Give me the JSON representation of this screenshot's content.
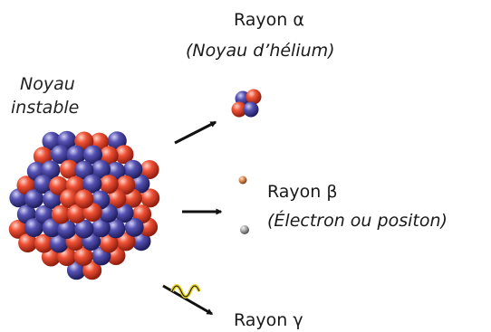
{
  "nucleus": {
    "line1": "Noyau",
    "line2": "instable",
    "colors": {
      "proton": "#e8472c",
      "neutron": "#4d4aa6"
    }
  },
  "alpha": {
    "label": "Rayon α",
    "sublabel": "(Noyau d’hélium)"
  },
  "beta": {
    "label": "Rayon β",
    "sublabel": "(Électron ou positon)",
    "electron_color": "#d8874e",
    "positron_color": "#9a9a9a"
  },
  "gamma": {
    "label": "Rayon γ",
    "color": "#e6d21c"
  }
}
